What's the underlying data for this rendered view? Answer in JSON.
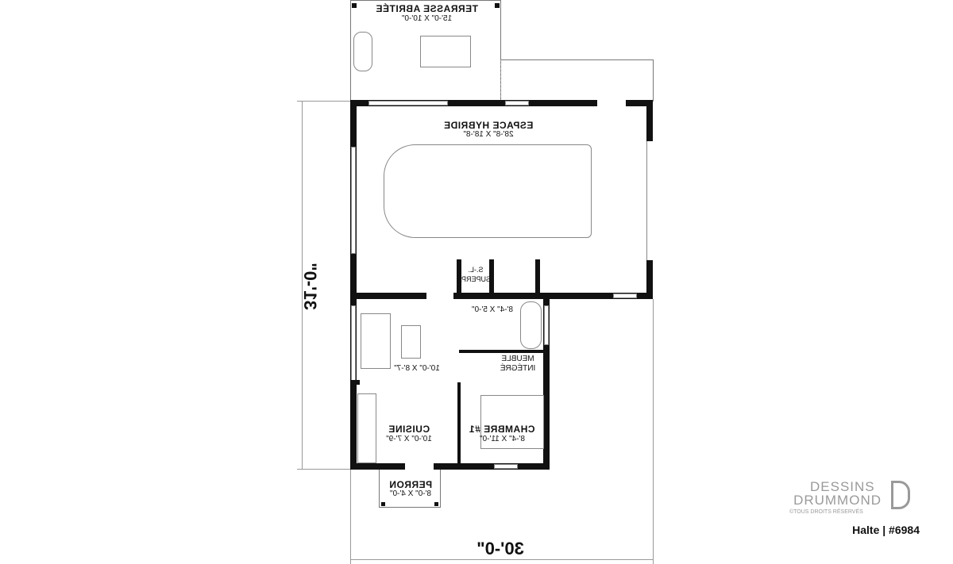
{
  "rooms": {
    "terrace": {
      "name": "TERRASSE ABRITÉE",
      "size": "15'-0\" X 10'-0\""
    },
    "hybrid": {
      "name": "ESPACE HYBRIDE",
      "size": "28'-8\" X 18'-8\""
    },
    "laundry": {
      "line1": "S.-L.",
      "line2": "SUPERP."
    },
    "bath": {
      "size": "8'-4\" X 5'-0\""
    },
    "living": {
      "size": "10'-0\" X 8'-7\""
    },
    "builtin": {
      "line1": "MEUBLE",
      "line2": "INTÉGRÉ"
    },
    "kitchen": {
      "name": "CUISINE",
      "size": "10'-0\" X 7'-9\""
    },
    "bedroom": {
      "name": "CHAMBRE #1",
      "size": "8'-4\" X 11'-0\""
    },
    "porch": {
      "name": "PERRON",
      "size": "8'-0\" X 4'-0\""
    }
  },
  "dimensions": {
    "depth": "31'-0\"",
    "width": "30'-0\""
  },
  "logo": {
    "line1": "DESSINS",
    "line2": "DRUMMOND",
    "rights": "©TOUS DROITS RÉSERVÉS",
    "plan": "Halte | #6984"
  }
}
